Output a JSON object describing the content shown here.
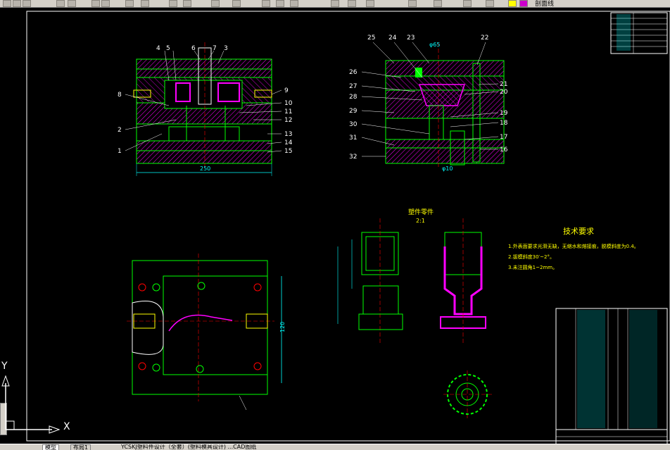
{
  "toolbar": {
    "layer_label": "剖面线"
  },
  "status": {
    "tabs": [
      "模型",
      "布局1"
    ],
    "file_text": "YCSKJ塑料件设计（全套）(塑料模具设计) ...CAD图纸"
  },
  "ucs": {
    "x": "X",
    "y": "Y"
  },
  "drawing": {
    "front_numbers_left": [
      "8",
      "2",
      "1"
    ],
    "front_numbers_top": [
      "4",
      "5",
      "6",
      "7",
      "3"
    ],
    "front_numbers_right": [
      "9",
      "10",
      "11",
      "12",
      "13",
      "14",
      "15"
    ],
    "front_width_dim": "250",
    "side_numbers_left": [
      "26",
      "27",
      "28",
      "29",
      "30",
      "31",
      "32"
    ],
    "side_numbers_top": [
      "25",
      "24",
      "23",
      "22"
    ],
    "side_numbers_right": [
      "21",
      "20",
      "19",
      "18",
      "17",
      "16"
    ],
    "side_dim_top": "φ65",
    "side_dim_bottom": "φ10",
    "part_title": "塑件零件",
    "part_scale": "2:1",
    "plan_dim": "120",
    "tech_title": "技术要求",
    "tech_items": [
      "1.外表面要求光滑无缺，无缩水和熔接痕，脱模斜度为0.4。",
      "2.拔模斜度30′~2°。",
      "3.未注圆角1~2mm。"
    ]
  },
  "colors": {
    "frame": "#00ff00",
    "hatch": "#ff00ff",
    "dim": "#00ffff",
    "text": "#ffffff",
    "accent": "#ffff00"
  }
}
